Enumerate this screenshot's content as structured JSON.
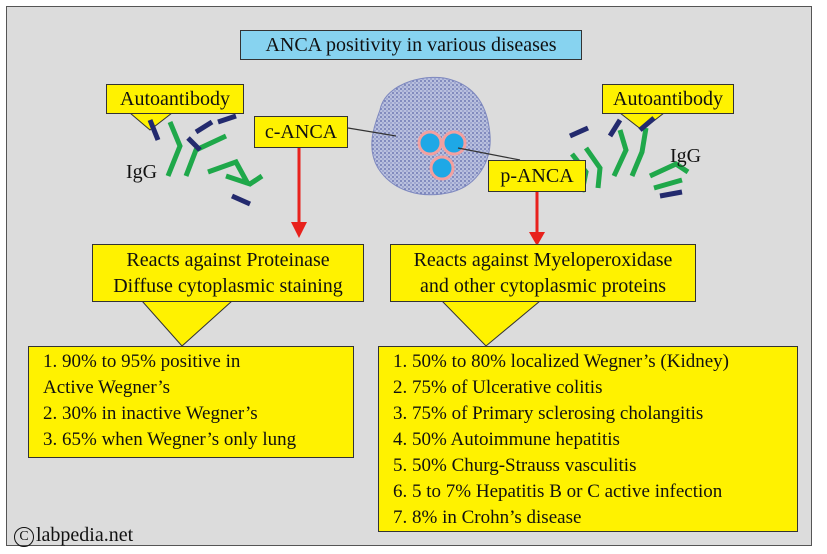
{
  "title": "ANCA positivity in various diseases",
  "left": {
    "autoantibody_label": "Autoantibody",
    "igg_label": "IgG",
    "anca_label": "c-ANCA",
    "reacts_lines": [
      "Reacts against Proteinase",
      "Diffuse cytoplasmic staining"
    ],
    "list": [
      {
        "num": "1.",
        "text": "90% to 95% positive in",
        "cont": "Active Wegner’s"
      },
      {
        "num": "2.",
        "text": "30% in inactive Wegner’s"
      },
      {
        "num": "3.",
        "text": "65% when Wegner’s only lung"
      }
    ]
  },
  "right": {
    "autoantibody_label": "Autoantibody",
    "igg_label": "IgG",
    "anca_label": "p-ANCA",
    "reacts_lines": [
      "Reacts against Myeloperoxidase",
      "and other cytoplasmic proteins"
    ],
    "list": [
      {
        "num": "1.",
        "text": "50% to 80% localized Wegner’s (Kidney)"
      },
      {
        "num": "2.",
        "text": "75% of Ulcerative colitis"
      },
      {
        "num": "3.",
        "text": "75% of Primary sclerosing cholangitis"
      },
      {
        "num": "4.",
        "text": "50% Autoimmune hepatitis"
      },
      {
        "num": "5.",
        "text": "50% Churg-Strauss vasculitis"
      },
      {
        "num": "6.",
        "text": "5 to 7% Hepatitis B or C active infection"
      },
      {
        "num": "7.",
        "text": "8% in Crohn’s disease"
      }
    ]
  },
  "copyright": {
    "symbol": "C",
    "text": "labpedia.net"
  },
  "colors": {
    "background": "#dcdcdc",
    "callout": "#fff200",
    "title_box": "#87d3f0",
    "arrow": "#e8211c",
    "antibody_green": "#1fa84a",
    "antibody_navy": "#232a6e",
    "cell": "#8e98c8",
    "granule": "#1ea8e6",
    "granule_ring": "#f2a0a0"
  }
}
